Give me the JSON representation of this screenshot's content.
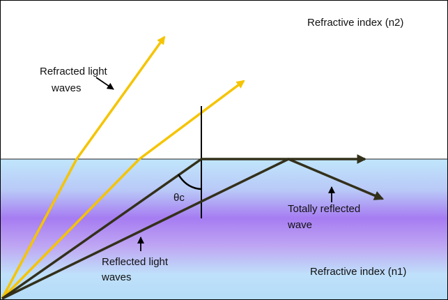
{
  "labels": {
    "n2": "Refractive index (n2)",
    "n1": "Refractive index (n1)",
    "refracted_line1": "Refracted light",
    "refracted_line2": "waves",
    "reflected_line1": "Reflected light",
    "reflected_line2": "waves",
    "totally_line1": "Totally reflected",
    "totally_line2": "wave",
    "critical_angle": "θc"
  },
  "colors": {
    "upper_medium": "#ffffff",
    "lower_medium_light": "#b8e0fa",
    "lower_medium_violet": "#a67cf2",
    "refracted_ray": "#f5c400",
    "reflected_ray": "#33301a",
    "normal_line": "#000000",
    "border": "#000000"
  }
}
